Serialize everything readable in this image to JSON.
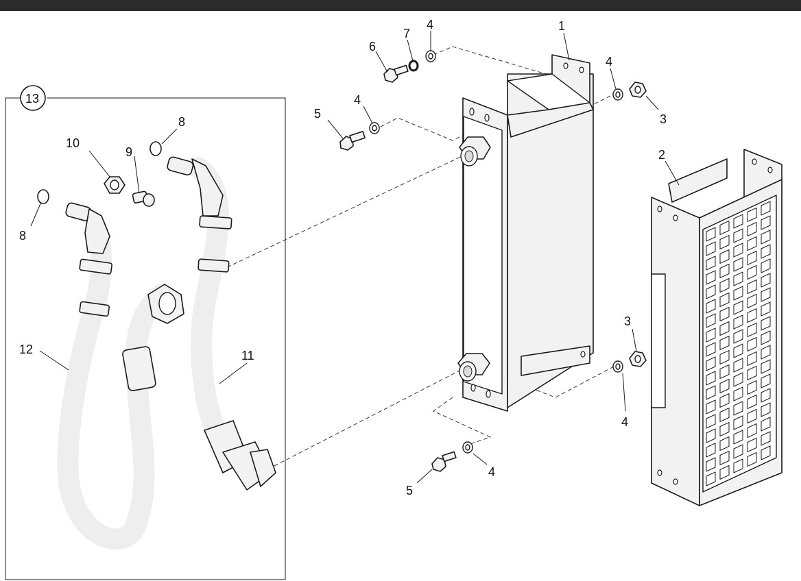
{
  "colors": {
    "header_bar": "#2b2b2b",
    "line": "#1a1a1a",
    "part_fill": "#f2f2f2"
  },
  "callouts": {
    "c1": "1",
    "c2": "2",
    "c3a": "3",
    "c3b": "3",
    "c4a": "4",
    "c4b": "4",
    "c4c": "4",
    "c4d": "4",
    "c4e": "4",
    "c5a": "5",
    "c5b": "5",
    "c6": "6",
    "c7": "7",
    "c8a": "8",
    "c8b": "8",
    "c9": "9",
    "c10": "10",
    "c11": "11",
    "c12": "12",
    "c13": "13"
  }
}
